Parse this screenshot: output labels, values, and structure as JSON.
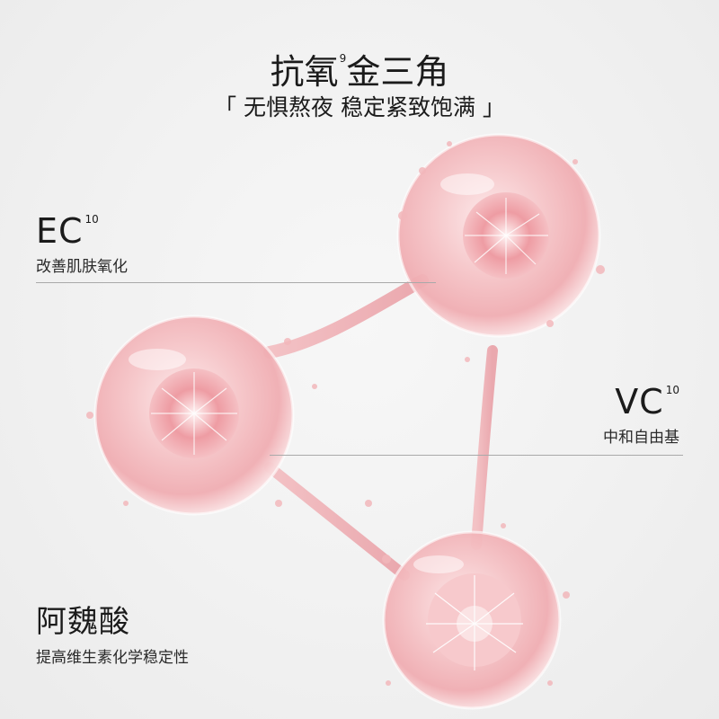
{
  "title": {
    "prefix": "抗氧",
    "superscript": "9",
    "suffix": "金三角"
  },
  "subtitle": "「 无惧熬夜 稳定紧致饱满 」",
  "ingredients": [
    {
      "name": "EC",
      "superscript": "10",
      "desc": "改善肌肤氧化"
    },
    {
      "name": "VC",
      "superscript": "10",
      "desc": "中和自由基"
    },
    {
      "name": "阿魏酸",
      "superscript": "",
      "desc": "提高维生素化学稳定性"
    }
  ],
  "colors": {
    "accent_pink": "#f2b4b7",
    "deep_pink": "#e68f96",
    "text": "#1b1b1b",
    "line": "#a9a9a9"
  }
}
